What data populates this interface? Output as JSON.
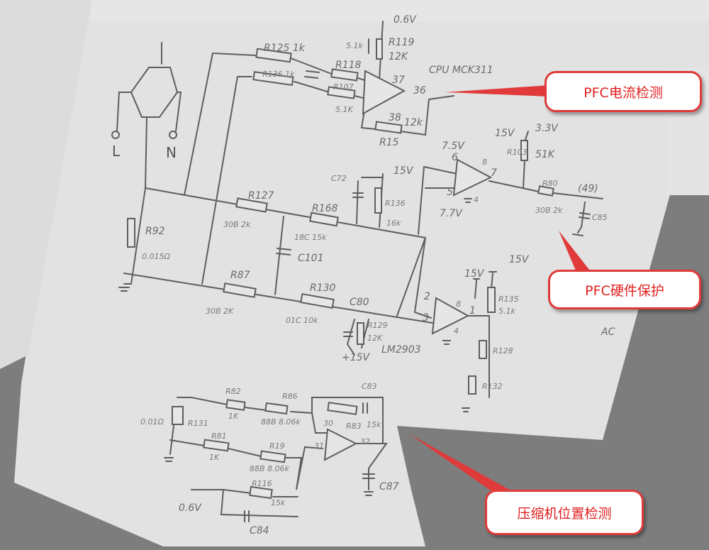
{
  "callouts": {
    "pfc_current": "PFC电流检测",
    "pfc_protect": "PFC硬件保护",
    "compressor": "压缩机位置检测"
  },
  "labels": {
    "L": "L",
    "N": "N",
    "v06_top": "0.6V",
    "r119": "R119",
    "r119_val": "12K",
    "v51k": "5.1k",
    "r125": "R125 1k",
    "r136": "R136 1k",
    "r118": "R118",
    "r107": "R107",
    "r107_val": "5.1K",
    "pin37": "37",
    "pin36": "36",
    "pin38": "38",
    "r15": "R15",
    "r15_val": "12k",
    "cpu": "CPU MCK311",
    "v75": "7.5V",
    "pin6": "6",
    "pin8a": "8",
    "pin7": "7",
    "pin5": "5",
    "pin4a": "4",
    "v77": "7.7V",
    "v15a": "15V",
    "v33": "3.3V",
    "r103": "R103",
    "r103_val": "51K",
    "r80": "R80",
    "r80_val": "30B 2k",
    "n49": "(49)",
    "c85": "C85",
    "c72": "C72",
    "v15b": "15V",
    "r136b": "R136",
    "r136b_val": "16k",
    "r127": "R127",
    "r127_val": "30B 2k",
    "r168": "R168",
    "r168_val": "18C 15k",
    "c101": "C101",
    "r92": "R92",
    "r92_val": "0.015Ω",
    "r87": "R87",
    "r87_val": "30B 2K",
    "r130": "R130",
    "r130_val": "01C 10k",
    "c80": "C80",
    "r129": "R129",
    "r129_val": "12K",
    "v15p": "+15V",
    "lm": "LM2903",
    "pin2": "2",
    "pin3": "3",
    "pin8b": "8",
    "pin1": "1",
    "pin4b": "4",
    "v15c": "15V",
    "v15d": "15V",
    "r135": "R135",
    "r135_val": "5.1k",
    "r128": "R128",
    "r132": "R132",
    "ac": "AC",
    "r82": "R82",
    "r82_val": "1K",
    "r86": "R86",
    "r86_val": "88B 8.06k",
    "r131": "R131",
    "r131_val": "0.01Ω",
    "r81": "R81",
    "r81_val": "1K",
    "r19": "R19",
    "r19_val": "88B 8.06k",
    "c83": "C83",
    "r83": "R83",
    "r83_val": "15k",
    "pin30": "30",
    "pin31": "31",
    "pin32": "32",
    "c87": "C87",
    "r116": "R116",
    "r116_val": "15k",
    "v06b": "0.6V",
    "c84": "C84"
  }
}
